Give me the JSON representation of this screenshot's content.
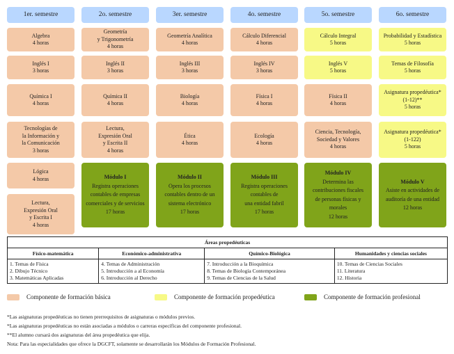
{
  "semesters": [
    {
      "header": "1er. semestre",
      "cells": [
        {
          "text": "Algebra\n4 horas",
          "type": "basic"
        },
        {
          "text": "Inglés I\n3 horas",
          "type": "basic"
        },
        {
          "text": "Química I\n4 horas",
          "type": "basic"
        },
        {
          "text": "Tecnologías de\nla Información y\nla Comunicación\n3 horas",
          "type": "basic"
        },
        {
          "text": "Lógica\n4 horas",
          "type": "basic"
        },
        {
          "text": "Lectura,\nExpresión Oral\ny Escrita I\n4 horas",
          "type": "basic"
        }
      ]
    },
    {
      "header": "2o. semestre",
      "cells": [
        {
          "text": "Geometría\ny Trigonometría\n4 horas",
          "type": "basic"
        },
        {
          "text": "Inglés II\n3 horas",
          "type": "basic"
        },
        {
          "text": "Química II\n4 horas",
          "type": "basic"
        },
        {
          "text": "Lectura,\nExpresión Oral\ny Escrita II\n4 horas",
          "type": "basic"
        }
      ],
      "module": {
        "title": "Módulo I",
        "text": "Registra operaciones\ncontables de empresas\ncomerciales y de servicios\n17 horas"
      }
    },
    {
      "header": "3er. semestre",
      "cells": [
        {
          "text": "Geometría Analítica\n4 horas",
          "type": "basic"
        },
        {
          "text": "Inglés III\n3 horas",
          "type": "basic"
        },
        {
          "text": "Biología\n4 horas",
          "type": "basic"
        },
        {
          "text": "Ética\n4 horas",
          "type": "basic"
        }
      ],
      "module": {
        "title": "Módulo II",
        "text": "Opera los procesos\ncontables dentro de un\nsistema electrónico\n17 horas"
      }
    },
    {
      "header": "4o. semestre",
      "cells": [
        {
          "text": "Cálculo Diferencial\n4 horas",
          "type": "basic"
        },
        {
          "text": "Inglés IV\n3 horas",
          "type": "basic"
        },
        {
          "text": "Física I\n4 horas",
          "type": "basic"
        },
        {
          "text": "Ecología\n4 horas",
          "type": "basic"
        }
      ],
      "module": {
        "title": "Módulo III",
        "text": "Registra operaciones\ncontables de\nuna entidad fabril\n17 horas"
      }
    },
    {
      "header": "5o. semestre",
      "cells": [
        {
          "text": "Cálculo Integral\n5 horas",
          "type": "prope"
        },
        {
          "text": "Inglés V\n5 horas",
          "type": "prope"
        },
        {
          "text": "Física II\n4 horas",
          "type": "basic"
        },
        {
          "text": "Ciencia, Tecnología,\nSociedad y Valores\n4 horas",
          "type": "basic"
        }
      ],
      "module": {
        "title": "Módulo IV",
        "text": "Determina las\ncontribuciones fiscales\nde personas físicas y\nmorales\n12 horas"
      }
    },
    {
      "header": "6o. semestre",
      "cells": [
        {
          "text": "Probabilidad y Estadística\n5 horas",
          "type": "prope"
        },
        {
          "text": "Temas de Filosofía\n5 horas",
          "type": "prope"
        },
        {
          "text": "Asignatura propedéutica*\n(1-12)**\n5 horas",
          "type": "prope"
        },
        {
          "text": "Asignatura propedéutica*\n(1-122)\n5 horas",
          "type": "prope"
        }
      ],
      "module": {
        "title": "Módulo V",
        "text": "Asiste en actividades de\nauditoría de una entidad\n12 horas"
      }
    }
  ],
  "areas": {
    "title": "Áreas propedéuticas",
    "columns": [
      {
        "name": "Físico-matemática",
        "items": [
          "1. Temas de Física",
          "2. Dibujo Técnico",
          "3. Matemáticas Aplicadas"
        ]
      },
      {
        "name": "Económico-administrativa",
        "items": [
          "4. Temas de Administración",
          "5. Introducción a al Economía",
          "6. Introducción al Derecho"
        ]
      },
      {
        "name": "Químico-Biológica",
        "items": [
          "7. Introducción a la Bioquímica",
          "8. Temas de Biología Contemporánea",
          "9. Temas de Ciencias de la Salud"
        ]
      },
      {
        "name": "Humanidades y ciencias sociales",
        "items": [
          "10. Temas de Ciencias Sociales",
          "11. Literatura",
          "12. Historia"
        ]
      }
    ]
  },
  "legend": [
    {
      "label": "Componente de formación básica",
      "color": "#f4c9a8"
    },
    {
      "label": "Componente de formación propedéutica",
      "color": "#f7f986"
    },
    {
      "label": "Componente de formación profesional",
      "color": "#80a41a"
    }
  ],
  "notes": [
    "*Las asignaturas propedéuticas no tienen prerrequisitos de asignaturas o módulos previos.",
    "*Las asignaturas propedéuticas no están asociadas a módulos o carreras específicas del componente profesional.",
    "**El alumno cursará dos asignaturas del área propedéutica que elija.",
    "Nota: Para las especialidades que ofrece la DGCFT, solamente se desarrollarán los Módulos de Formación Profesional."
  ]
}
